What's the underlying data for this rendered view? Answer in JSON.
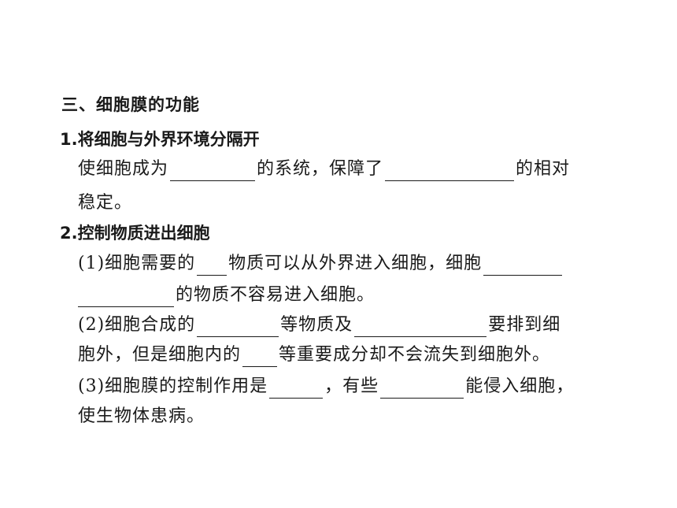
{
  "section": {
    "title": "三、细胞膜的功能"
  },
  "item1": {
    "heading": "1.将细胞与外界环境分隔开",
    "line1_a": "使细胞成为",
    "line1_b": "的系统，保障了",
    "line1_c": "的相对",
    "line2": "稳定。"
  },
  "item2": {
    "heading": "2.控制物质进出细胞",
    "p1_line1_a": "(1)细胞需要的",
    "p1_line1_b": "物质可以从外界进入细胞，细胞",
    "p1_line2_a": "的物质不容易进入细胞。",
    "p2_line1_a": "(2)细胞合成的",
    "p2_line1_b": "等物质及",
    "p2_line1_c": "要排到细",
    "p2_line2_a": "胞外，但是细胞内的",
    "p2_line2_b": "等重要成分却不会流失到细胞外。",
    "p3_line1_a": "(3)细胞膜的控制作用是",
    "p3_line1_b": "，有些",
    "p3_line1_c": "能侵入细胞，",
    "p3_line2": "使生物体患病。"
  }
}
